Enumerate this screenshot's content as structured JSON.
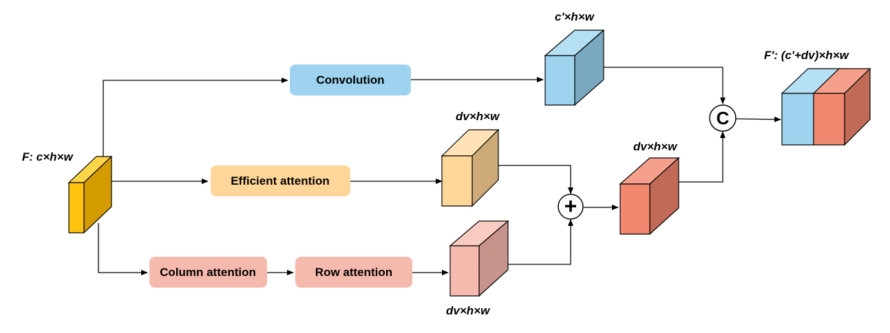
{
  "nodes": {
    "input": {
      "label": "F: c×h×w"
    },
    "convolution": {
      "label": "Convolution"
    },
    "efficient_attention": {
      "label": "Efficient attention"
    },
    "column_attention": {
      "label": "Column attention"
    },
    "row_attention": {
      "label": "Row attention"
    },
    "conv_output": {
      "label": "c'×h×w"
    },
    "efficient_output": {
      "label": "dv×h×w"
    },
    "row_output": {
      "label": "dv×h×w"
    },
    "sum_output": {
      "label": "dv×h×w"
    },
    "final_output": {
      "label": "F': (c'+dv)×h×w"
    },
    "add_op": {
      "label": "+"
    },
    "concat_op": {
      "label": "C"
    }
  },
  "colors": {
    "input_front": "#FFC20E",
    "input_side": "#D39B00",
    "input_top": "#FFD54A",
    "blue_front": "#9DD3EE",
    "blue_side": "#79A8C0",
    "blue_top": "#B5DFF3",
    "conv_box": "#9DD3EE",
    "efficient_front": "#FFD699",
    "efficient_side": "#CDAA78",
    "efficient_top": "#FFE2B5",
    "efficient_box": "#FFD699",
    "pink_front": "#F6B9AD",
    "pink_side": "#C8938A",
    "pink_top": "#F9CBC2",
    "attention_box": "#F6B9AD",
    "red_front": "#F08870",
    "red_side": "#C06A57",
    "red_top": "#F4A08C"
  }
}
